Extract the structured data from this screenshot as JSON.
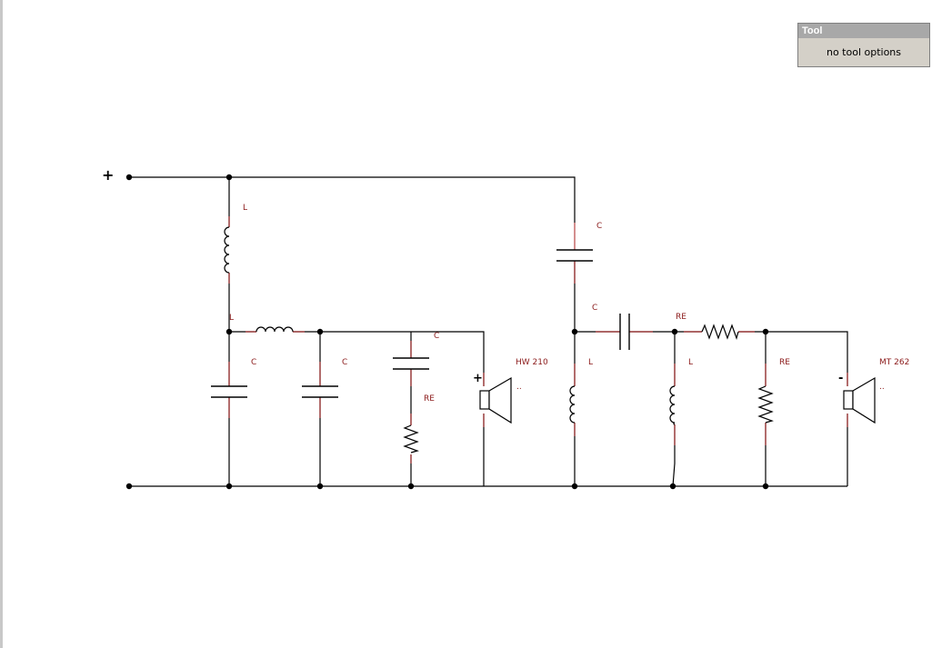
{
  "tool_panel": {
    "title": "Tool",
    "message": "no tool options"
  },
  "terminals": {
    "positive": "+",
    "negative": ""
  },
  "labels": {
    "l1": "L",
    "l2": "L",
    "c_top": "C",
    "c_mid": "C",
    "c1": "C",
    "c2": "C",
    "c3": "C",
    "re1": "RE",
    "re_series": "RE",
    "l3": "L",
    "l4": "L",
    "re2": "RE",
    "woofer": "HW 210",
    "woofer_dots": "..",
    "woofer_pol": "+",
    "tweeter": "MT 262",
    "tweeter_dots": "..",
    "tweeter_pol": "-"
  },
  "colors": {
    "wire": "#000000",
    "component_label": "#8b1a1a",
    "component_lead": "#b03030"
  }
}
